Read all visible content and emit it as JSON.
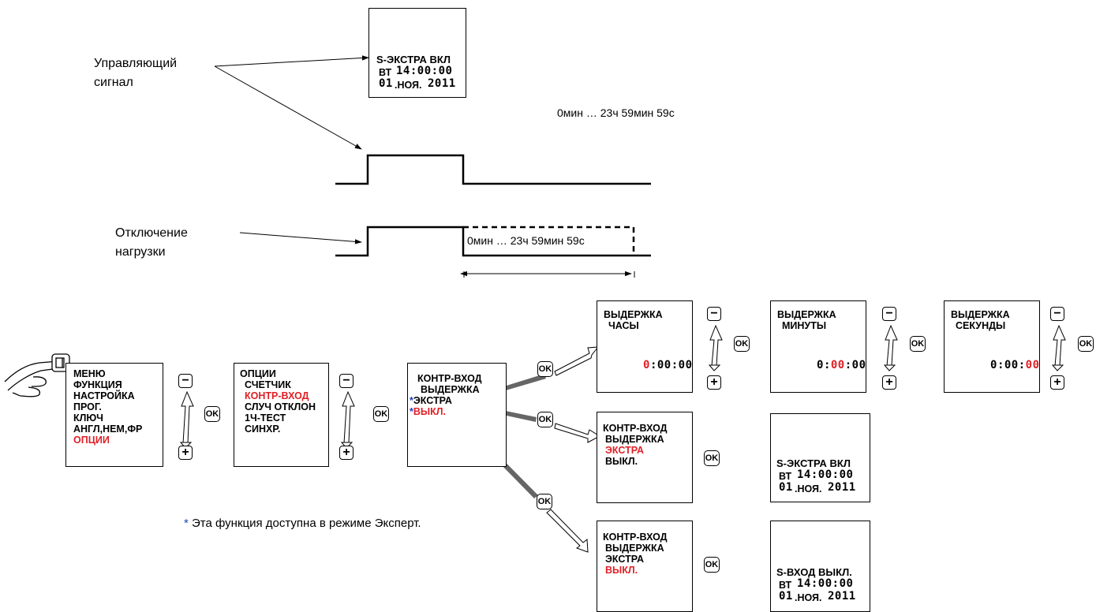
{
  "labels": {
    "control_signal": "Управляющий сигнал",
    "load_off": "Отключение нагрузки",
    "range_top": "0мин … 23ч 59мин 59с",
    "range_bottom": "0мин … 23ч 59мин 59с",
    "footnote_star": "*",
    "footnote": " Эта функция доступна в режиме Эксперт."
  },
  "screen_top": {
    "line1": "S-ЭКСТРА ВКЛ",
    "line2_day": "ВТ",
    "line2_time": "14:00:00",
    "line3_day": "01",
    "line3_month": ".НОЯ.",
    "line3_year": "2011"
  },
  "menu_main": {
    "items": [
      "МЕНЮ",
      "ФУНКЦИЯ",
      "НАСТРОЙКА",
      "ПРОГ.",
      "КЛЮЧ",
      "АНГЛ,НЕМ,ФР",
      "ОПЦИИ"
    ]
  },
  "menu_options": {
    "items": [
      "ОПЦИИ",
      "СЧЕТЧИК",
      "КОНТР-ВХОД",
      "СЛУЧ ОТКЛОН",
      "1Ч-ТЕСТ",
      "СИНХР."
    ]
  },
  "menu_input": {
    "items": [
      "КОНТР-ВХОД",
      "ВЫДЕРЖКА",
      "ЭКСТРА",
      "ВЫКЛ."
    ],
    "star": "*"
  },
  "delay_hours": {
    "title1": "ВЫДЕРЖКА",
    "title2": "ЧАСЫ",
    "h": "0",
    "sep1": ":",
    "m": "00",
    "sep2": ":",
    "s": "00"
  },
  "delay_minutes": {
    "title1": "ВЫДЕРЖКА",
    "title2": "МИНУТЫ",
    "h": "0",
    "sep1": ":",
    "m": "00",
    "sep2": ":",
    "s": "00"
  },
  "delay_seconds": {
    "title1": "ВЫДЕРЖКА",
    "title2": "СЕКУНДЫ",
    "h": "0",
    "sep1": ":",
    "m": "00",
    "sep2": ":",
    "s": "00"
  },
  "menu_extra": {
    "items": [
      "КОНТР-ВХОД",
      "ВЫДЕРЖКА",
      "ЭКСТРА",
      "ВЫКЛ."
    ]
  },
  "menu_off": {
    "items": [
      "КОНТР-ВХОД",
      "ВЫДЕРЖКА",
      "ЭКСТРА",
      "ВЫКЛ."
    ]
  },
  "screen_extra_on": {
    "line1": "S-ЭКСТРА ВКЛ",
    "line2_day": "ВТ",
    "line2_time": "14:00:00",
    "line3_day": "01",
    "line3_month": ".НОЯ.",
    "line3_year": "2011"
  },
  "screen_input_off": {
    "line1": "S-ВХОД ВЫКЛ.",
    "line2_day": "ВТ",
    "line2_time": "14:00:00",
    "line3_day": "01",
    "line3_month": ".НОЯ.",
    "line3_year": "2011"
  },
  "buttons": {
    "ok": "OK",
    "minus": "−",
    "plus": "+"
  },
  "colors": {
    "highlight": "#e01f26",
    "star": "#1f3fbf",
    "line": "#000000",
    "arrow_fill": "#8a8a8a"
  },
  "icons": [
    "hand-pointer-icon",
    "check-icon",
    "ok-button-icon",
    "minus-button-icon",
    "plus-button-icon",
    "scroll-arrow-icon"
  ]
}
